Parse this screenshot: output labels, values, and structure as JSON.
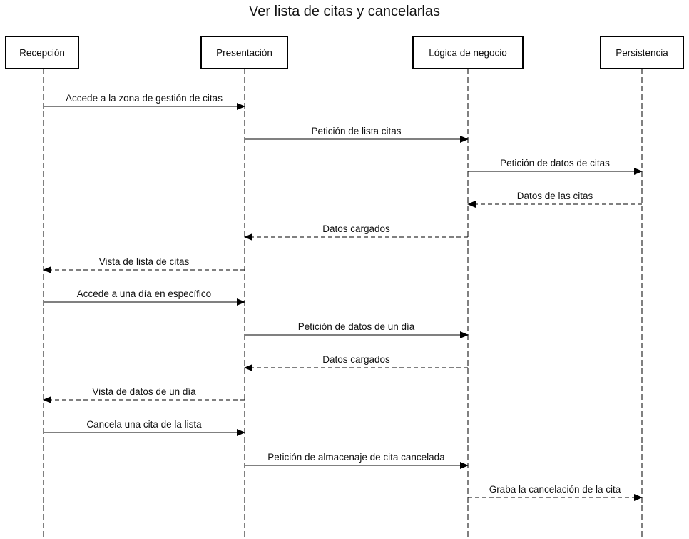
{
  "title": "Ver lista de citas y cancelarlas",
  "participants": [
    {
      "id": "recepcion",
      "label": "Recepción"
    },
    {
      "id": "presentacion",
      "label": "Presentación"
    },
    {
      "id": "logica",
      "label": "Lógica de negocio"
    },
    {
      "id": "persistencia",
      "label": "Persistencia"
    }
  ],
  "messages": [
    {
      "from": "recepcion",
      "to": "presentacion",
      "label": "Accede a la zona de gestión de citas",
      "kind": "call"
    },
    {
      "from": "presentacion",
      "to": "logica",
      "label": "Petición de lista citas",
      "kind": "call"
    },
    {
      "from": "logica",
      "to": "persistencia",
      "label": "Petición de datos de citas",
      "kind": "call"
    },
    {
      "from": "persistencia",
      "to": "logica",
      "label": "Datos de las citas",
      "kind": "return"
    },
    {
      "from": "logica",
      "to": "presentacion",
      "label": "Datos cargados",
      "kind": "return"
    },
    {
      "from": "presentacion",
      "to": "recepcion",
      "label": "Vista de lista de citas",
      "kind": "return"
    },
    {
      "from": "recepcion",
      "to": "presentacion",
      "label": "Accede a una día en específico",
      "kind": "call"
    },
    {
      "from": "presentacion",
      "to": "logica",
      "label": "Petición de datos de un día",
      "kind": "call"
    },
    {
      "from": "logica",
      "to": "presentacion",
      "label": "Datos cargados",
      "kind": "return"
    },
    {
      "from": "presentacion",
      "to": "recepcion",
      "label": "Vista de datos de un día",
      "kind": "return"
    },
    {
      "from": "recepcion",
      "to": "presentacion",
      "label": "Cancela una cita de la lista",
      "kind": "call"
    },
    {
      "from": "presentacion",
      "to": "logica",
      "label": "Petición de almacenaje de cita cancelada",
      "kind": "call"
    },
    {
      "from": "logica",
      "to": "persistencia",
      "label": "Graba la cancelación de la cita",
      "kind": "return"
    }
  ]
}
